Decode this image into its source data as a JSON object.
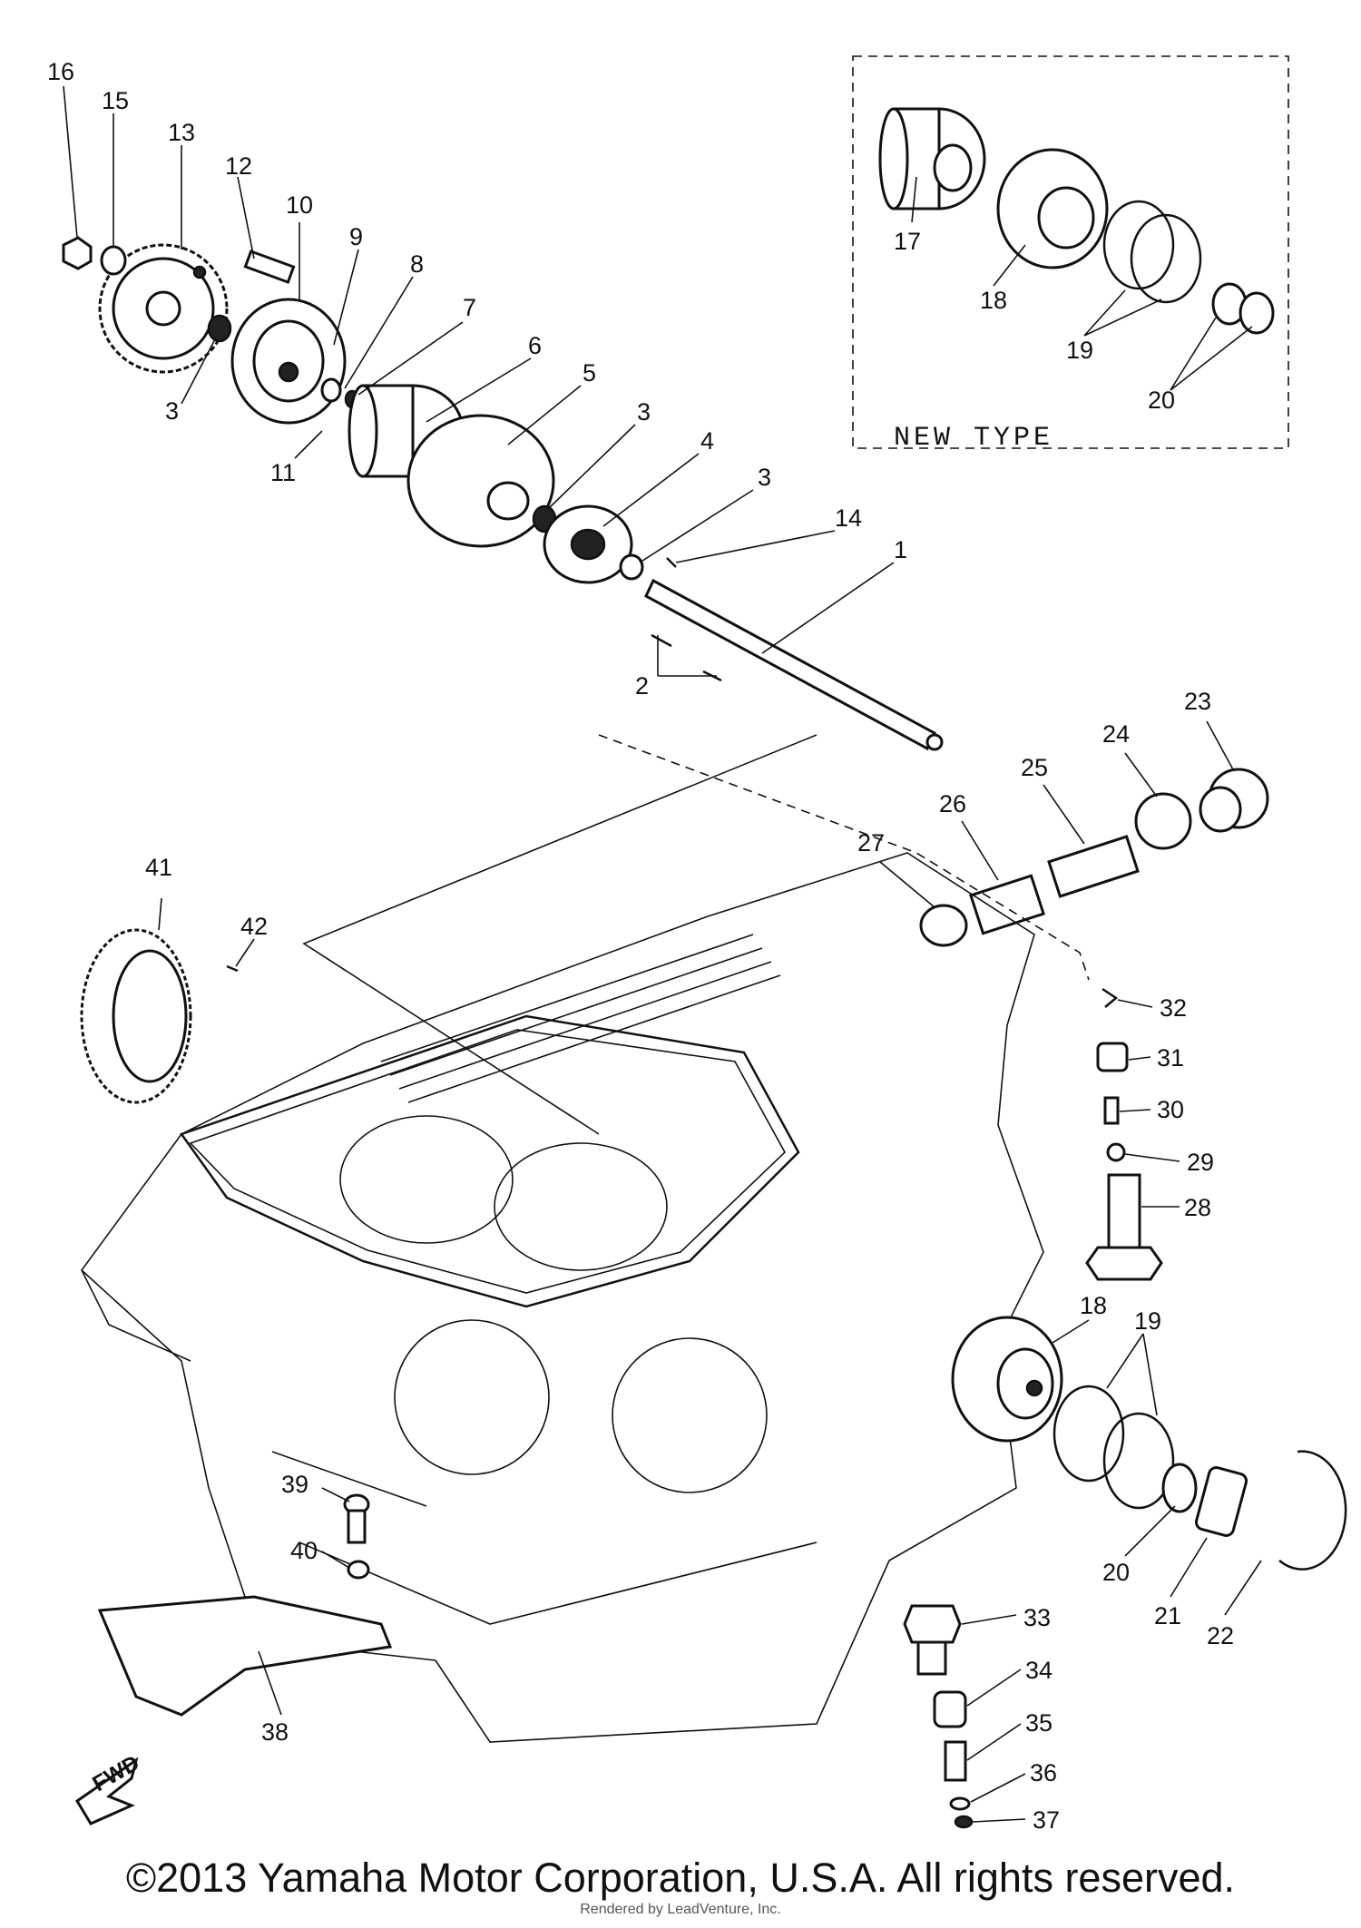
{
  "diagram": {
    "inset_label": "NEW TYPE",
    "fwd_label": "FWD",
    "callouts": [
      "16",
      "15",
      "13",
      "12",
      "10",
      "9",
      "8",
      "7",
      "6",
      "5",
      "3",
      "4",
      "3",
      "14",
      "1",
      "2",
      "3",
      "11",
      "17",
      "18",
      "19",
      "20",
      "23",
      "24",
      "25",
      "26",
      "27",
      "41",
      "42",
      "32",
      "31",
      "30",
      "29",
      "28",
      "18",
      "19",
      "20",
      "21",
      "22",
      "33",
      "34",
      "35",
      "36",
      "37",
      "39",
      "40",
      "38"
    ]
  },
  "footer": {
    "copyright": "©2013 Yamaha Motor Corporation, U.S.A. All rights reserved.",
    "rendered_by": "Rendered by LeadVenture, Inc."
  }
}
